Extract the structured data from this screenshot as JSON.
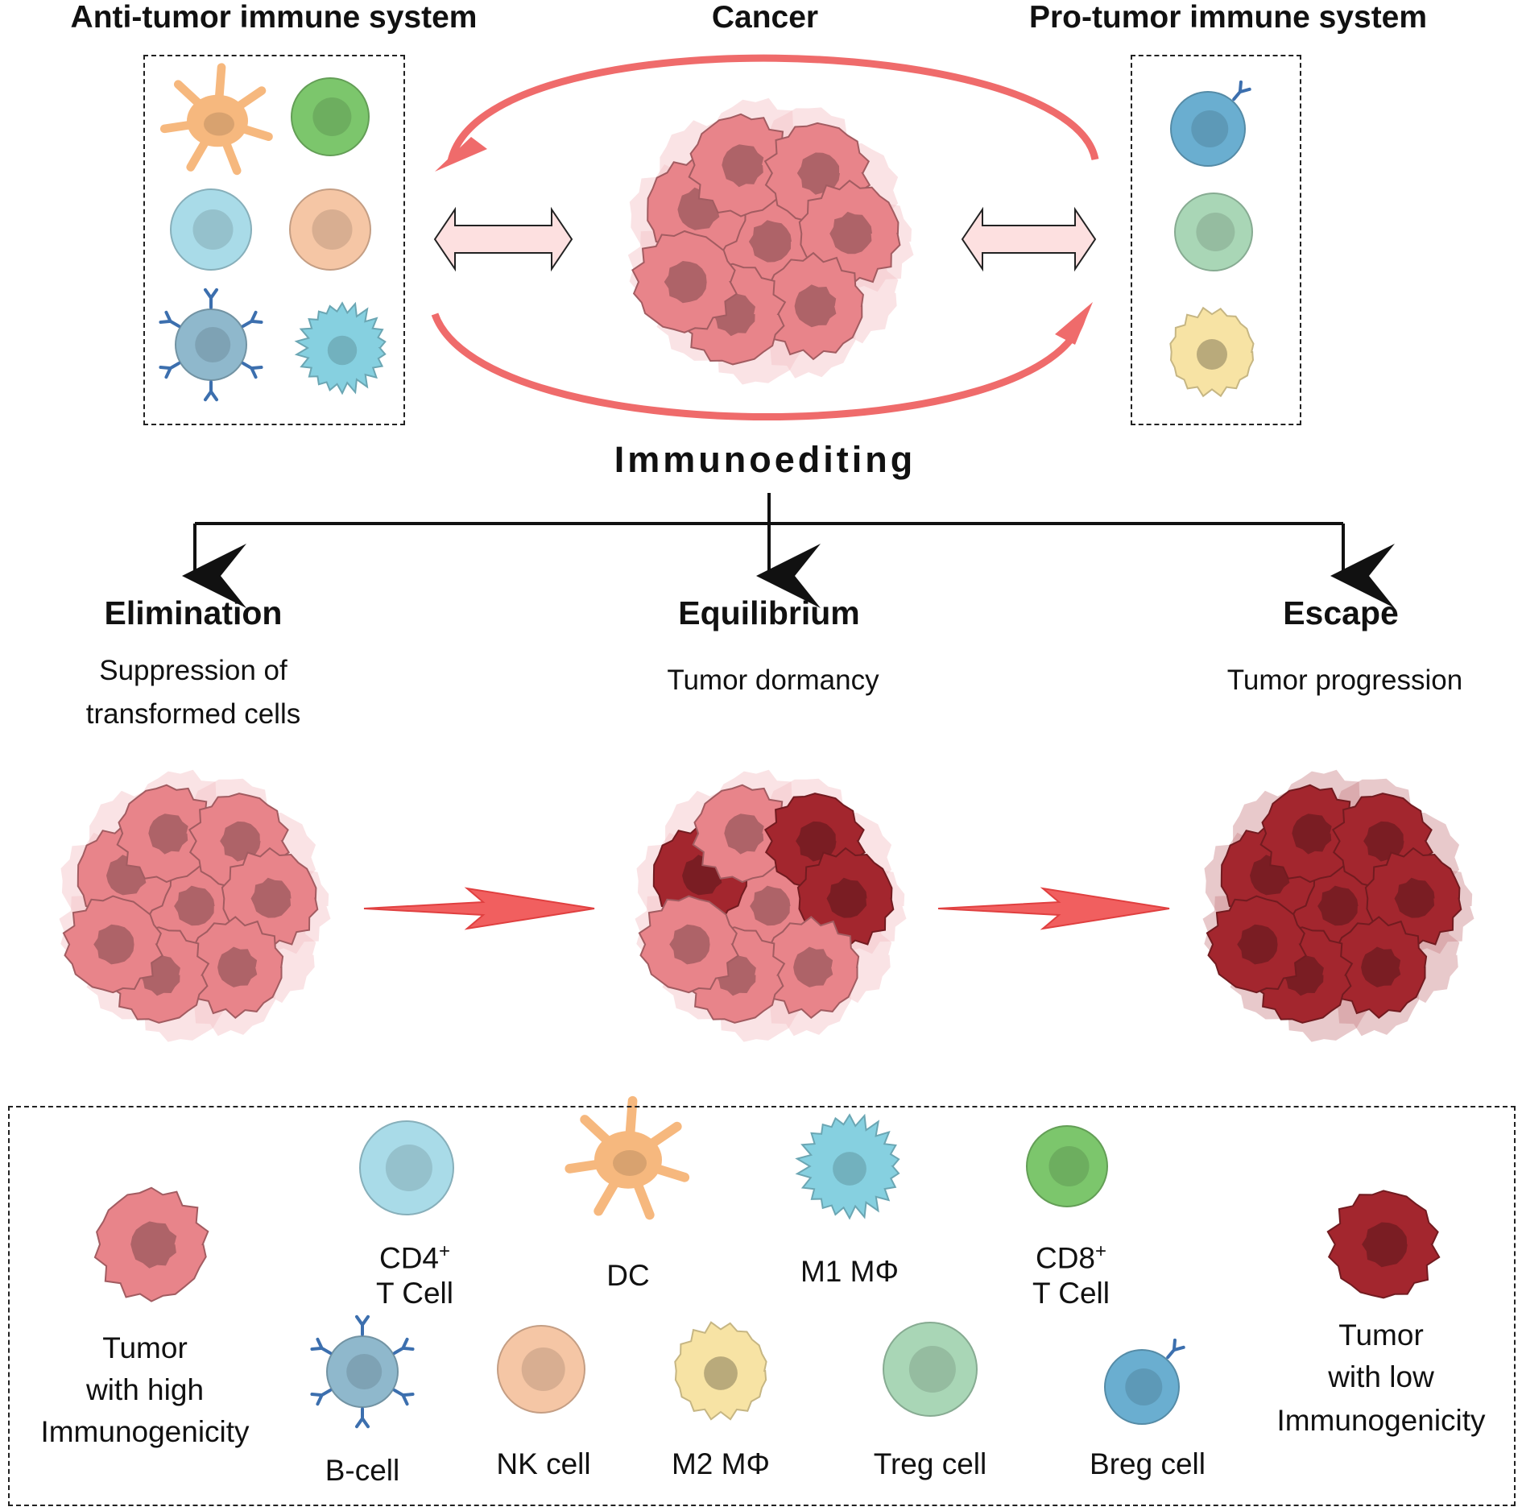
{
  "headers": {
    "anti": "Anti-tumor immune system",
    "cancer": "Cancer",
    "pro": "Pro-tumor immune system"
  },
  "immunoediting": "Immunoediting",
  "stages": [
    {
      "title": "Elimination",
      "line1": "Suppression of",
      "line2": "transformed cells"
    },
    {
      "title": "Equilibrium",
      "line1": "Tumor dormancy"
    },
    {
      "title": "Escape",
      "line1": "Tumor progression"
    }
  ],
  "legend": {
    "tumor_high": [
      "Tumor",
      "with high",
      "Immunogenicity"
    ],
    "cd4": "CD4",
    "cd4_sup": "+",
    "cd4_line2": "T Cell",
    "dc": "DC",
    "m1": "M1 MΦ",
    "cd8": "CD8",
    "cd8_sup": "+",
    "cd8_line2": "T Cell",
    "tumor_low": [
      "Tumor",
      "with low",
      "Immunogenicity"
    ],
    "bcell": "B-cell",
    "nk": "NK cell",
    "m2": "M2 MΦ",
    "treg": "Treg cell",
    "breg": "Breg cell"
  },
  "colors": {
    "tumor_light": "#e8848a",
    "tumor_nucleus": "#c2565e",
    "tumor_dark": "#a3262e",
    "arrow_red": "#ef6b6b",
    "dc": "#f6b87e",
    "cd8": "#7cc66c",
    "cd4": "#a9dbe8",
    "nk": "#f5c6a5",
    "bcell": "#8fb8cc",
    "m1": "#86d0e0",
    "treg": "#a9d6b6",
    "breg": "#6aaed0",
    "m2": "#f7e3a4"
  }
}
